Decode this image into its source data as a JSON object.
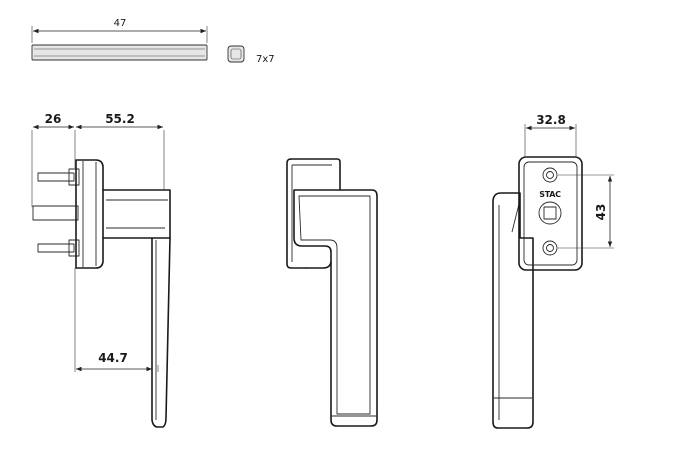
{
  "dimensions": {
    "spindle_length": "47",
    "spindle_section": "7x7",
    "side_depth": "26",
    "side_projection": "55.2",
    "side_lever": "44.7",
    "rear_width": "32.8",
    "rear_hole_spacing": "43"
  },
  "brand": "STAC"
}
